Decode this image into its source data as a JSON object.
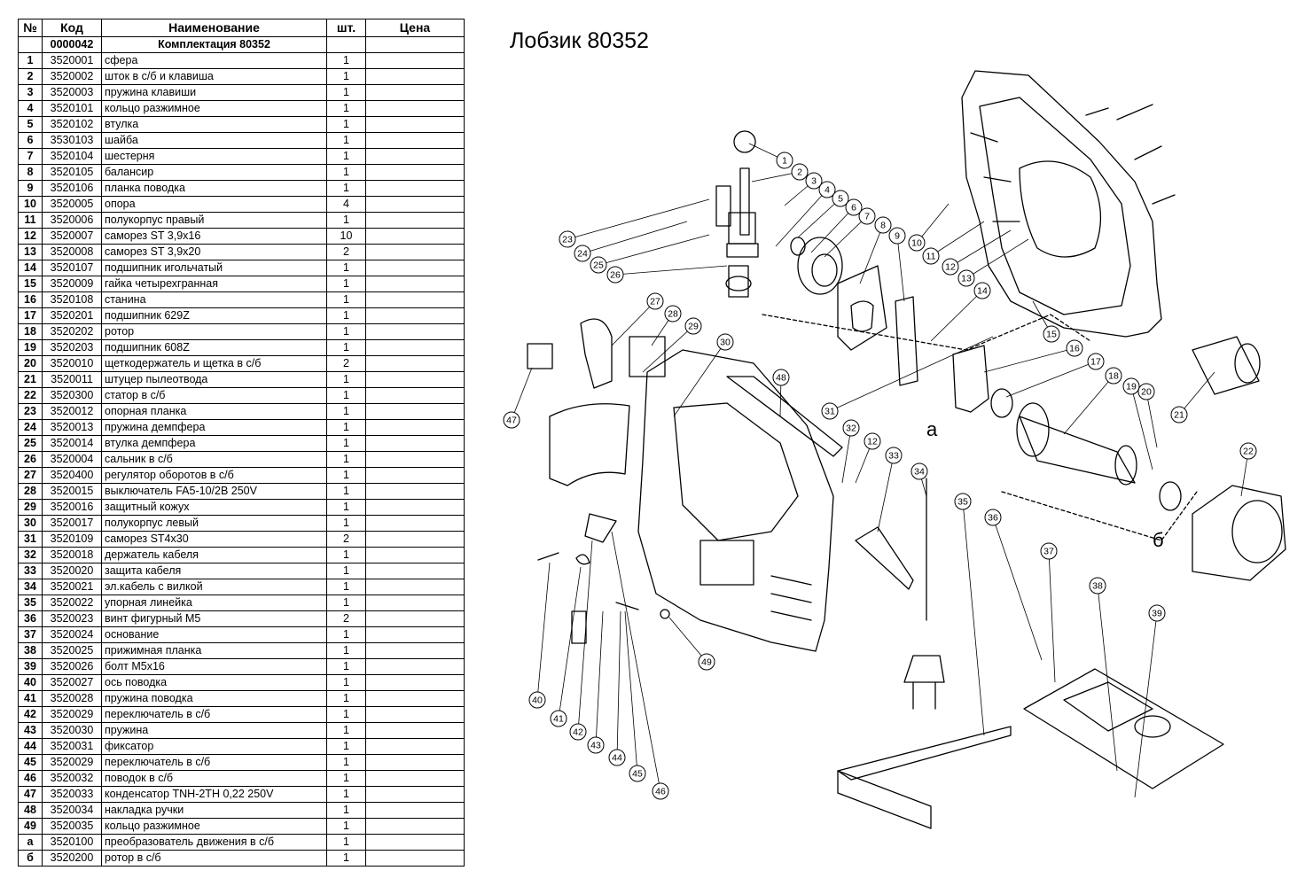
{
  "table": {
    "headers": {
      "num": "№",
      "code": "Код",
      "name": "Наименование",
      "qty": "шт.",
      "price": "Цена"
    },
    "kit": {
      "code": "0000042",
      "name": "Комплектация 80352"
    },
    "rows": [
      {
        "num": "1",
        "code": "3520001",
        "name": "сфера",
        "qty": "1"
      },
      {
        "num": "2",
        "code": "3520002",
        "name": "шток в с/б и клавиша",
        "qty": "1"
      },
      {
        "num": "3",
        "code": "3520003",
        "name": "пружина клавиши",
        "qty": "1"
      },
      {
        "num": "4",
        "code": "3520101",
        "name": "кольцо разжимное",
        "qty": "1"
      },
      {
        "num": "5",
        "code": "3520102",
        "name": "втулка",
        "qty": "1"
      },
      {
        "num": "6",
        "code": "3530103",
        "name": "шайба",
        "qty": "1"
      },
      {
        "num": "7",
        "code": "3520104",
        "name": "шестерня",
        "qty": "1"
      },
      {
        "num": "8",
        "code": "3520105",
        "name": "балансир",
        "qty": "1"
      },
      {
        "num": "9",
        "code": "3520106",
        "name": "планка поводка",
        "qty": "1"
      },
      {
        "num": "10",
        "code": "3520005",
        "name": "опора",
        "qty": "4"
      },
      {
        "num": "11",
        "code": "3520006",
        "name": "полукорпус правый",
        "qty": "1"
      },
      {
        "num": "12",
        "code": "3520007",
        "name": "саморез ST 3,9х16",
        "qty": "10"
      },
      {
        "num": "13",
        "code": "3520008",
        "name": "саморез ST 3,9х20",
        "qty": "2"
      },
      {
        "num": "14",
        "code": "3520107",
        "name": "подшипник игольчатый",
        "qty": "1"
      },
      {
        "num": "15",
        "code": "3520009",
        "name": "гайка четырехгранная",
        "qty": "1"
      },
      {
        "num": "16",
        "code": "3520108",
        "name": "станина",
        "qty": "1"
      },
      {
        "num": "17",
        "code": "3520201",
        "name": "подшипник 629Z",
        "qty": "1"
      },
      {
        "num": "18",
        "code": "3520202",
        "name": "ротор",
        "qty": "1"
      },
      {
        "num": "19",
        "code": "3520203",
        "name": "подшипник 608Z",
        "qty": "1"
      },
      {
        "num": "20",
        "code": "3520010",
        "name": "щеткодержатель и щетка в с/б",
        "qty": "2"
      },
      {
        "num": "21",
        "code": "3520011",
        "name": "штуцер пылеотвода",
        "qty": "1"
      },
      {
        "num": "22",
        "code": "3520300",
        "name": "статор в с/б",
        "qty": "1"
      },
      {
        "num": "23",
        "code": "3520012",
        "name": "опорная планка",
        "qty": "1"
      },
      {
        "num": "24",
        "code": "3520013",
        "name": "пружина демпфера",
        "qty": "1"
      },
      {
        "num": "25",
        "code": "3520014",
        "name": "втулка демпфера",
        "qty": "1"
      },
      {
        "num": "26",
        "code": "3520004",
        "name": "сальник в с/б",
        "qty": "1"
      },
      {
        "num": "27",
        "code": "3520400",
        "name": "регулятор оборотов в с/б",
        "qty": "1"
      },
      {
        "num": "28",
        "code": "3520015",
        "name": "выключатель FA5-10/2B 250V",
        "qty": "1"
      },
      {
        "num": "29",
        "code": "3520016",
        "name": "защитный кожух",
        "qty": "1"
      },
      {
        "num": "30",
        "code": "3520017",
        "name": "полукорпус левый",
        "qty": "1"
      },
      {
        "num": "31",
        "code": "3520109",
        "name": "саморез ST4х30",
        "qty": "2"
      },
      {
        "num": "32",
        "code": "3520018",
        "name": "держатель кабеля",
        "qty": "1"
      },
      {
        "num": "33",
        "code": "3520020",
        "name": "защита кабеля",
        "qty": "1"
      },
      {
        "num": "34",
        "code": "3520021",
        "name": "эл.кабель с вилкой",
        "qty": "1"
      },
      {
        "num": "35",
        "code": "3520022",
        "name": "упорная линейка",
        "qty": "1"
      },
      {
        "num": "36",
        "code": "3520023",
        "name": "винт фигурный М5",
        "qty": "2"
      },
      {
        "num": "37",
        "code": "3520024",
        "name": "основание",
        "qty": "1"
      },
      {
        "num": "38",
        "code": "3520025",
        "name": "прижимная планка",
        "qty": "1"
      },
      {
        "num": "39",
        "code": "3520026",
        "name": "болт М5х16",
        "qty": "1"
      },
      {
        "num": "40",
        "code": "3520027",
        "name": "ось поводка",
        "qty": "1"
      },
      {
        "num": "41",
        "code": "3520028",
        "name": "пружина поводка",
        "qty": "1"
      },
      {
        "num": "42",
        "code": "3520029",
        "name": "переключатель в с/б",
        "qty": "1"
      },
      {
        "num": "43",
        "code": "3520030",
        "name": "пружина",
        "qty": "1"
      },
      {
        "num": "44",
        "code": "3520031",
        "name": "фиксатор",
        "qty": "1"
      },
      {
        "num": "45",
        "code": "3520029",
        "name": "переключатель в с/б",
        "qty": "1"
      },
      {
        "num": "46",
        "code": "3520032",
        "name": "поводок в с/б",
        "qty": "1"
      },
      {
        "num": "47",
        "code": "3520033",
        "name": "конденсатор TNH-2TH 0,22 250V",
        "qty": "1"
      },
      {
        "num": "48",
        "code": "3520034",
        "name": "накладка ручки",
        "qty": "1"
      },
      {
        "num": "49",
        "code": "3520035",
        "name": "кольцо разжимное",
        "qty": "1"
      },
      {
        "num": "а",
        "code": "3520100",
        "name": "преобразователь движения в с/б",
        "qty": "1"
      },
      {
        "num": "б",
        "code": "3520200",
        "name": "ротор в с/б",
        "qty": "1"
      }
    ]
  },
  "diagram": {
    "title": "Лобзик 80352",
    "callouts": [
      "1",
      "2",
      "3",
      "4",
      "5",
      "6",
      "7",
      "8",
      "9",
      "10",
      "11",
      "12",
      "13",
      "14",
      "15",
      "16",
      "17",
      "18",
      "19",
      "20",
      "21",
      "22",
      "23",
      "24",
      "25",
      "26",
      "27",
      "28",
      "29",
      "30",
      "31",
      "32",
      "12",
      "33",
      "34",
      "35",
      "36",
      "37",
      "38",
      "39",
      "40",
      "41",
      "42",
      "43",
      "44",
      "45",
      "46",
      "47",
      "48",
      "49"
    ],
    "group_labels": {
      "a": "а",
      "b": "б"
    }
  }
}
